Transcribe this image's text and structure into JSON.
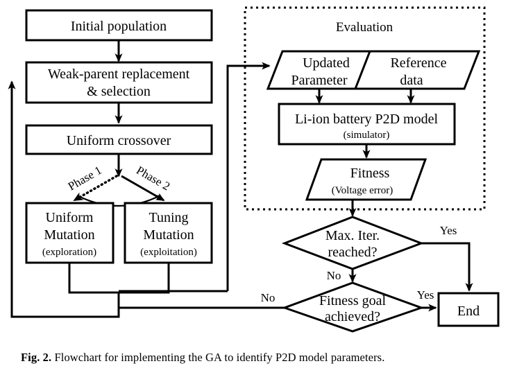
{
  "figure": {
    "caption_label": "Fig. 2.",
    "caption_text": "Flowchart for implementing the GA to identify P2D model parameters."
  },
  "nodes": {
    "initial_population": "Initial population",
    "weak_parent_line1": "Weak-parent replacement",
    "weak_parent_line2": "& selection",
    "uniform_crossover": "Uniform crossover",
    "uniform_mutation_line1": "Uniform",
    "uniform_mutation_line2": "Mutation",
    "uniform_mutation_sub": "(exploration)",
    "tuning_mutation_line1": "Tuning",
    "tuning_mutation_line2": "Mutation",
    "tuning_mutation_sub": "(exploitation)",
    "evaluation_title": "Evaluation",
    "updated_parameter_line1": "Updated",
    "updated_parameter_line2": "Parameter",
    "reference_data_line1": "Reference",
    "reference_data_line2": "data",
    "p2d_model_line1": "Li-ion battery P2D model",
    "p2d_model_sub": "(simulator)",
    "fitness_line1": "Fitness",
    "fitness_sub": "(Voltage error)",
    "max_iter_line1": "Max. Iter.",
    "max_iter_line2": "reached?",
    "fitness_goal_line1": "Fitness goal",
    "fitness_goal_line2": "achieved?",
    "end": "End"
  },
  "edge_labels": {
    "phase1": "Phase 1",
    "phase2": "Phase 2",
    "max_iter_yes": "Yes",
    "max_iter_no": "No",
    "fitness_goal_yes": "Yes",
    "fitness_goal_no": "No"
  },
  "colors": {
    "stroke": "#000000",
    "fill": "#ffffff",
    "text": "#000000"
  }
}
